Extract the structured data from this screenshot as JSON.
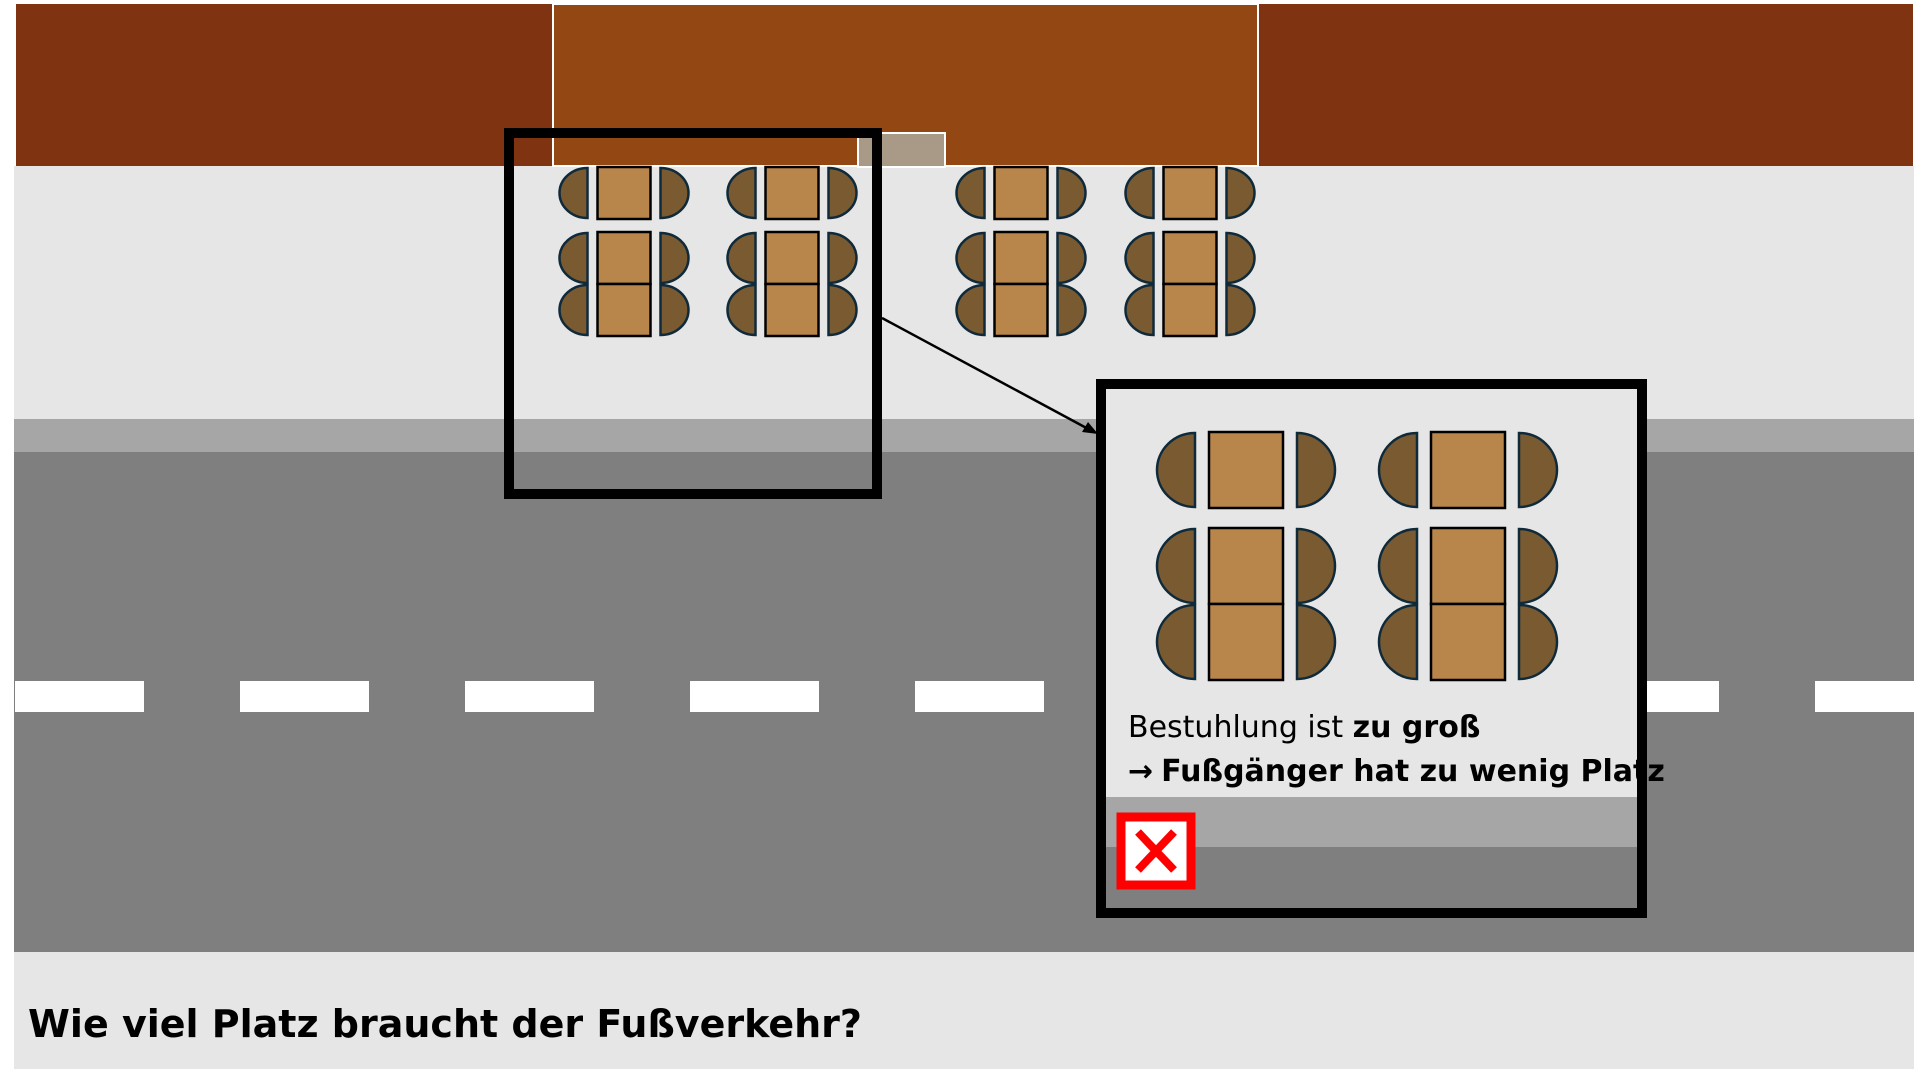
{
  "colors": {
    "building_side": "#7f3310",
    "building_middle": "#934712",
    "door": "#a89a86",
    "sidewalk": "#e6e6e6",
    "curb": "#a6a6a6",
    "road": "#7f7f7f",
    "table": "#b8864a",
    "chair": "#7a5a30",
    "chair_stroke": "#0f2a3a",
    "alert_red": "#ff0000"
  },
  "callout": {
    "line1_regular": "Bestuhlung ist ",
    "line1_bold": "zu groß",
    "line2_arrow": "→",
    "line2_bold": "Fußgänger hat zu wenig Platz",
    "status_icon": "cross-mark-icon"
  },
  "title": "Wie viel Platz braucht der Fußverkehr?"
}
